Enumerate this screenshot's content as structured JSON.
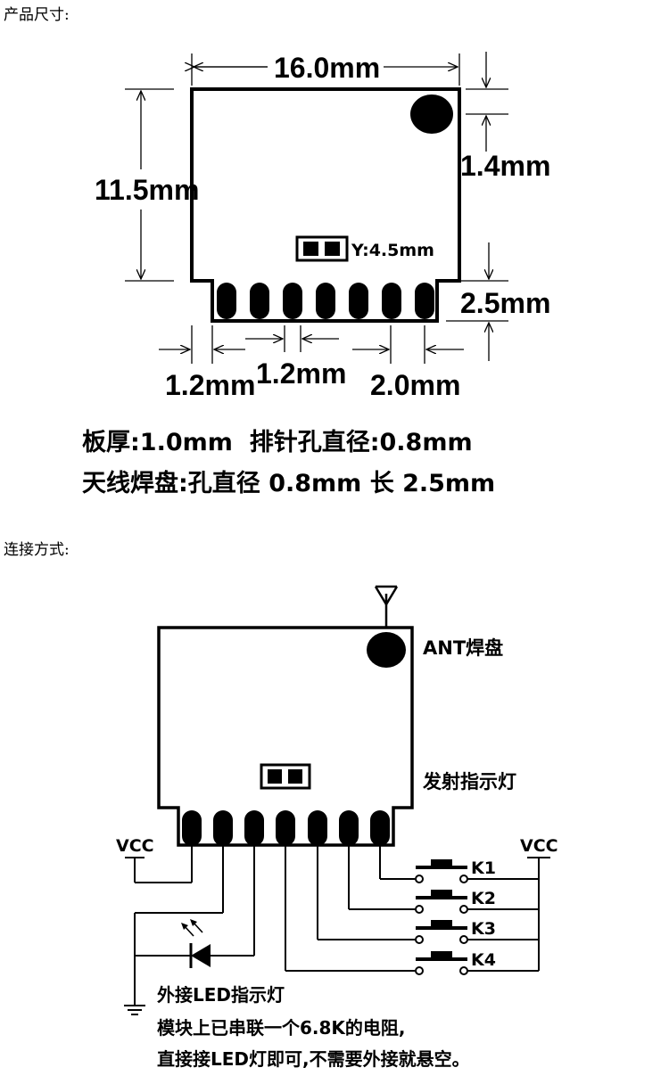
{
  "section1": {
    "title": "产品尺寸:",
    "dims": {
      "width": "16.0mm",
      "height": "11.5mm",
      "ant_offset": "1.4mm",
      "pin_height": "2.5mm",
      "edge_left": "1.2mm",
      "pin_width": "1.2mm",
      "pin_pitch": "2.0mm",
      "led_y": "Y:4.5mm"
    },
    "spec_line1": "板厚:1.0mm  排针孔直径:0.8mm",
    "spec_line2": "天线焊盘:孔直径 0.8mm 长 2.5mm"
  },
  "section2": {
    "title": "连接方式:",
    "ant_label": "ANT焊盘",
    "led_label": "发射指示灯",
    "vcc_left": "VCC",
    "vcc_right": "VCC",
    "keys": [
      "K1",
      "K2",
      "K3",
      "K4"
    ],
    "ext_led_label": "外接LED指示灯",
    "note_line1": "模块上已串联一个6.8K的电阻,",
    "note_line2": "直接接LED灯即可,不需要外接就悬空。"
  }
}
